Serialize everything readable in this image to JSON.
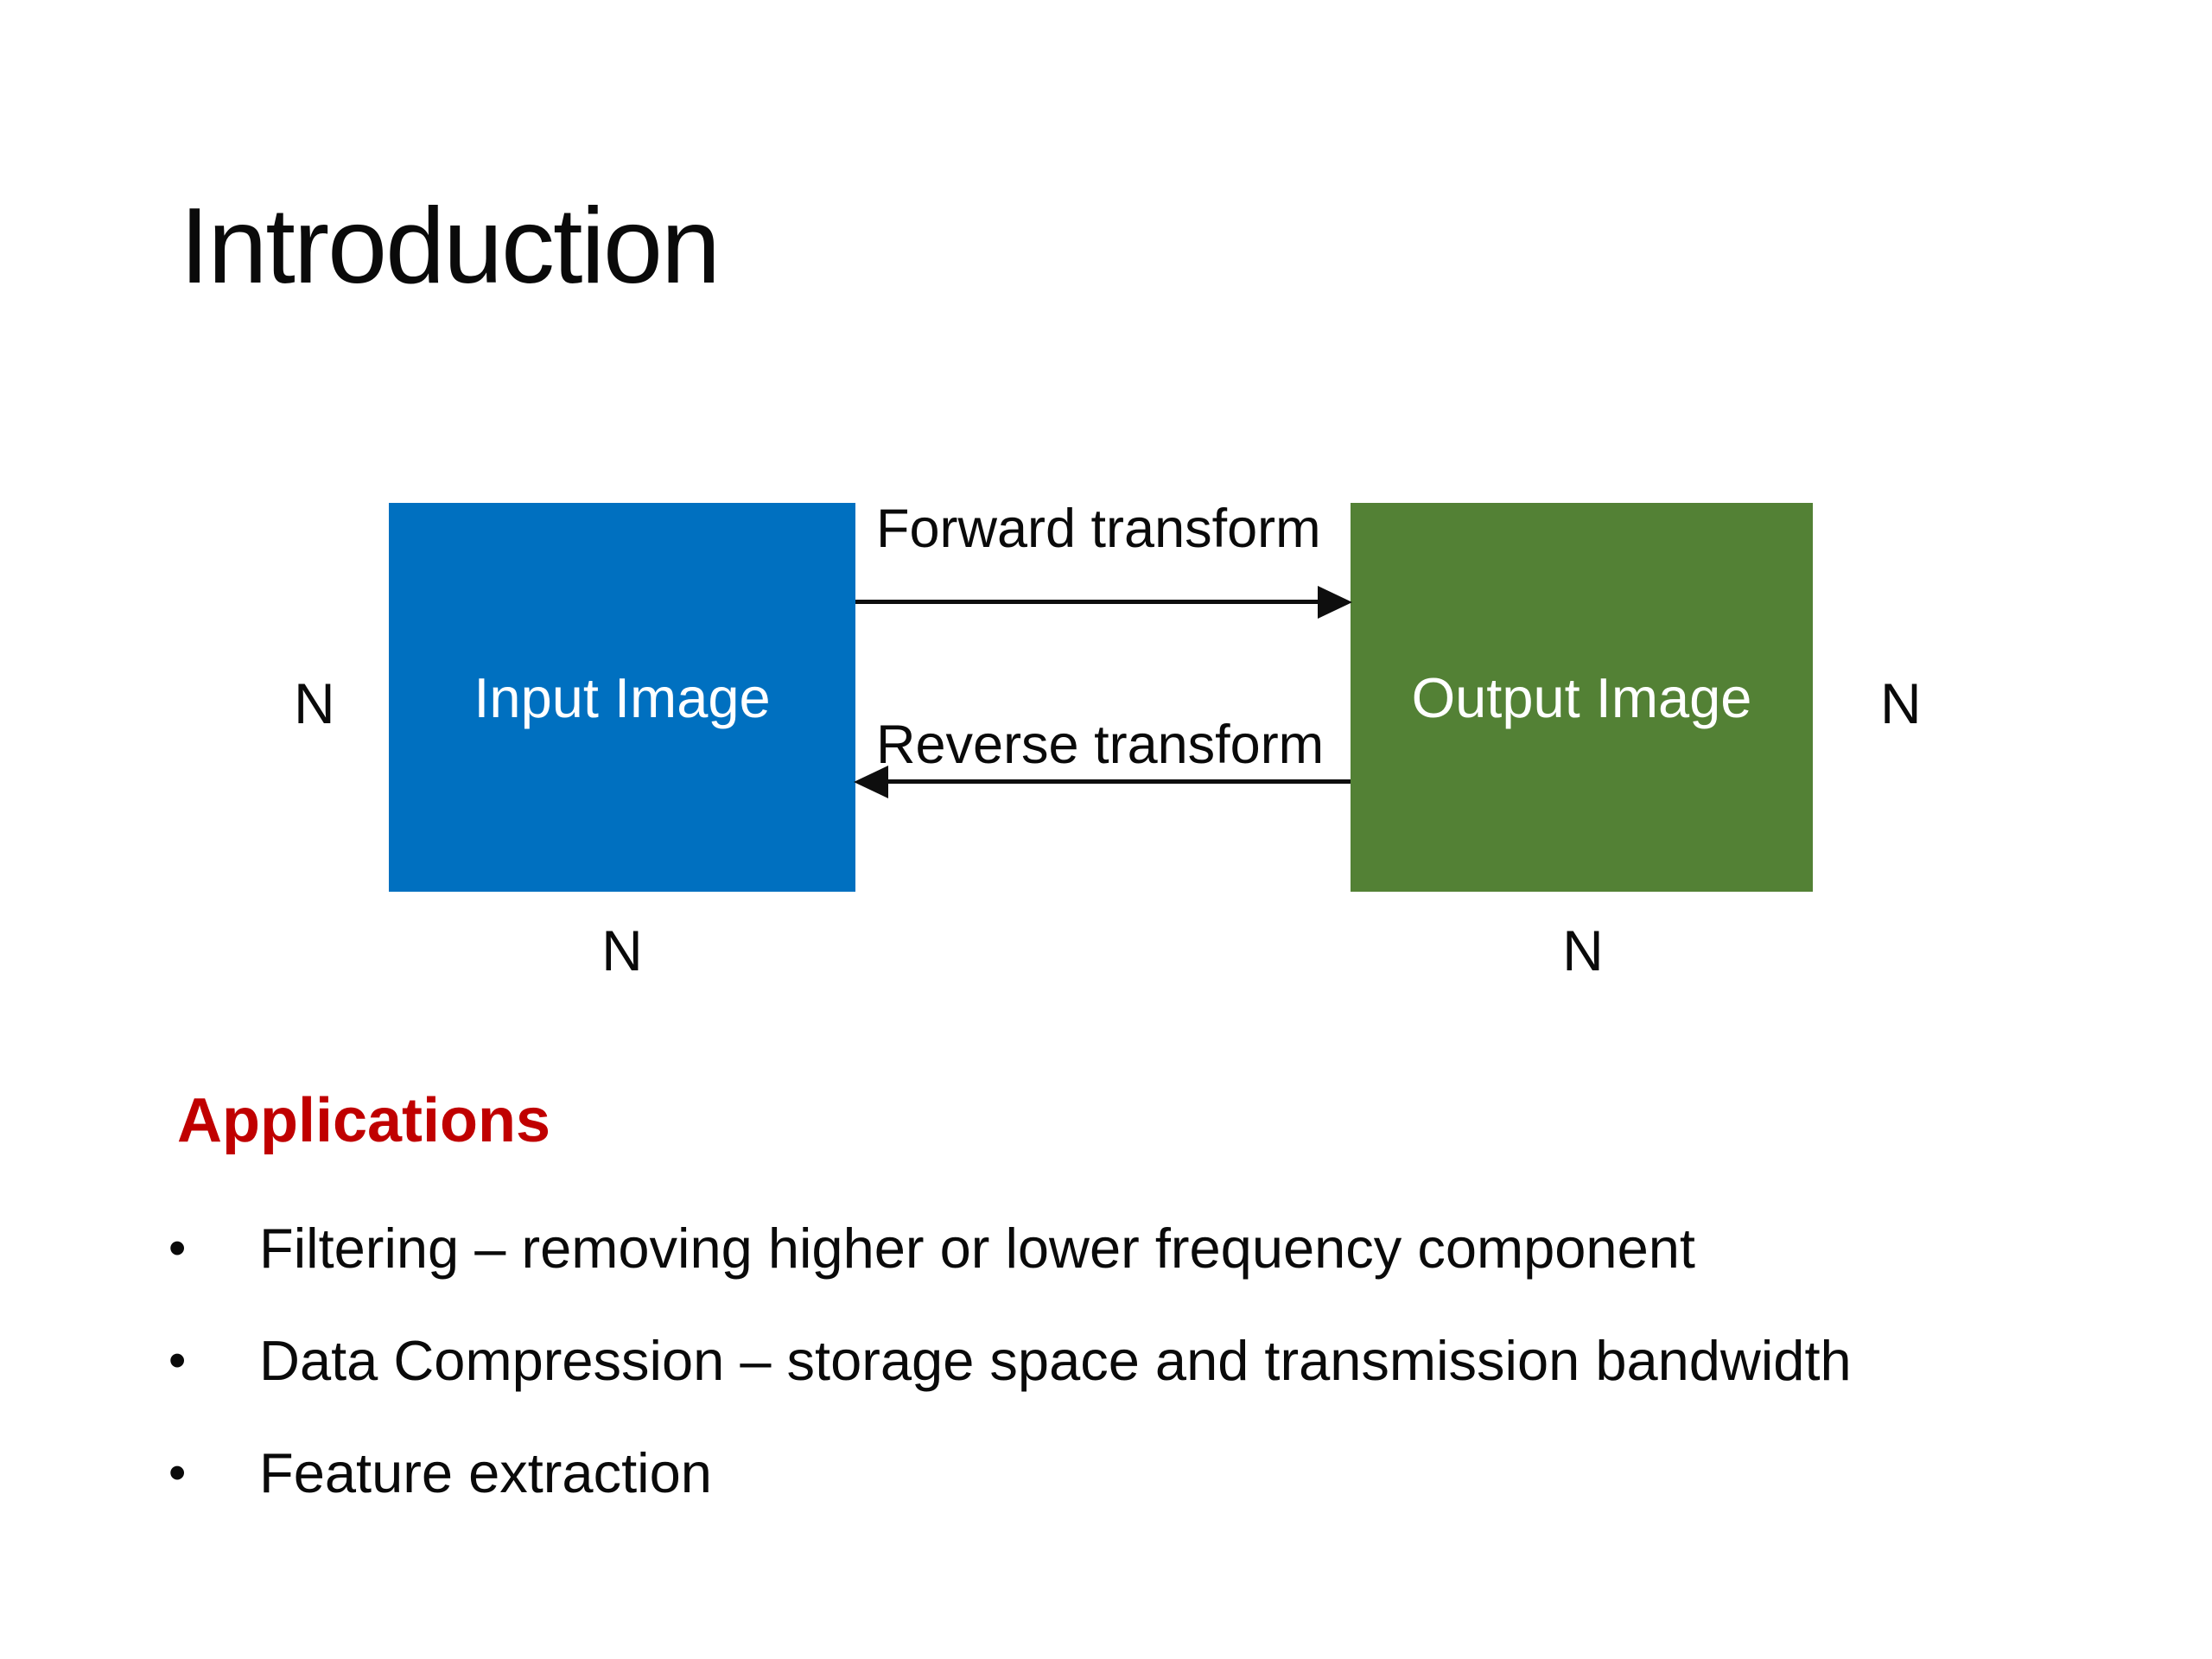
{
  "slide": {
    "title": "Introduction"
  },
  "diagram": {
    "input_box": {
      "label": "Input Image",
      "fill": "#0070C0",
      "text_color": "#ffffff"
    },
    "output_box": {
      "label": "Output Image",
      "fill": "#538135",
      "text_color": "#ffffff"
    },
    "forward_label": "Forward transform",
    "reverse_label": "Reverse transform",
    "arrow_color": "#0e0e0e",
    "n_left": "N",
    "n_right": "N",
    "n_below_input": "N",
    "n_below_output": "N"
  },
  "applications": {
    "heading": "Applications",
    "heading_color": "#C00000",
    "bullet_char": "•",
    "bullets": [
      "Filtering – removing higher or lower frequency component",
      "Data Compression – storage space and transmission bandwidth",
      "Feature extraction"
    ]
  }
}
